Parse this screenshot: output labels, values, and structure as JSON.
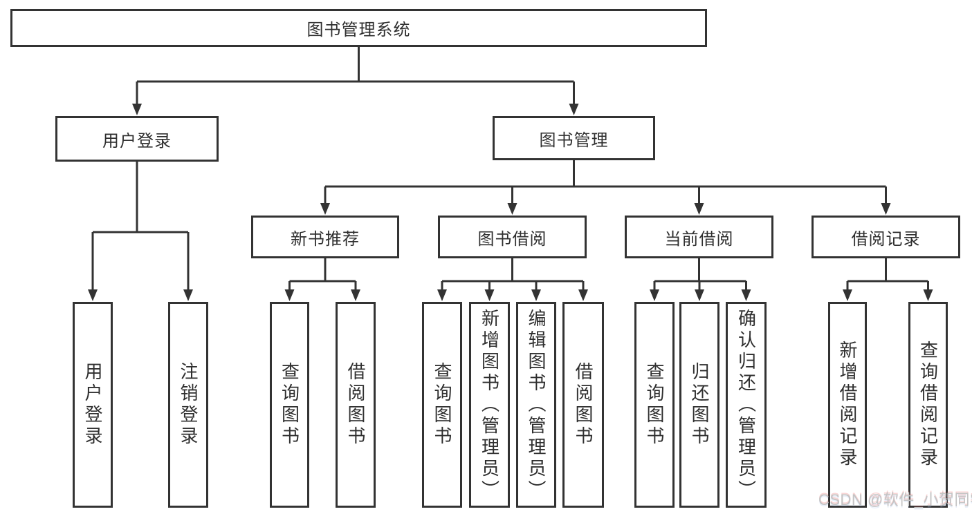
{
  "tree": {
    "root": {
      "label": "图书管理系统",
      "children": [
        {
          "label": "用户登录",
          "children": [
            {
              "label": "用户登录"
            },
            {
              "label": "注销登录"
            }
          ]
        },
        {
          "label": "图书管理",
          "children": [
            {
              "label": "新书推荐",
              "children": [
                {
                  "label": "查询图书"
                },
                {
                  "label": "借阅图书"
                }
              ]
            },
            {
              "label": "图书借阅",
              "children": [
                {
                  "label": "查询图书"
                },
                {
                  "label": "新增图书（管理员）"
                },
                {
                  "label": "编辑图书（管理员）"
                },
                {
                  "label": "借阅图书"
                }
              ]
            },
            {
              "label": "当前借阅",
              "children": [
                {
                  "label": "查询图书"
                },
                {
                  "label": "归还图书"
                },
                {
                  "label": "确认归还（管理员）"
                }
              ]
            },
            {
              "label": "借阅记录",
              "children": [
                {
                  "label": "新增借阅记录"
                },
                {
                  "label": "查询借阅记录"
                }
              ]
            }
          ]
        }
      ]
    }
  },
  "watermark": "CSDN @软件_小贺同学",
  "colors": {
    "line": "#333333",
    "box_border": "#333333",
    "text": "#2f2f2f",
    "background": "#ffffff",
    "watermark": "#c4c4c4"
  }
}
